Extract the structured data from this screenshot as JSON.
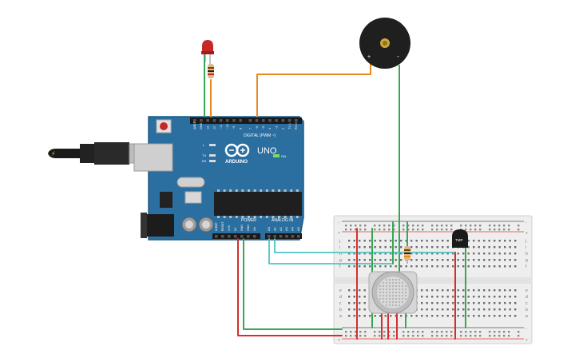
{
  "colors": {
    "board": "#2b6ea0",
    "board_edge": "#1f5a86",
    "wire_green": "#34a853",
    "wire_orange": "#e8891a",
    "wire_red": "#d32f2f",
    "wire_cyan": "#4fc3c7",
    "breadboard": "#ececec",
    "rail_red": "#e53935",
    "rail_blue": "#555555"
  },
  "arduino": {
    "brand": "ARDUINO",
    "model": "UNO",
    "digital_label": "DIGITAL (PWM ~)",
    "power_label": "POWER",
    "analog_label": "ANALOG IN",
    "on_label": "ON",
    "l_label": "L",
    "tx_label": "TX",
    "rx_label": "RX",
    "digital_pins": [
      "AREF",
      "GND",
      "13",
      "12",
      "~11",
      "~10",
      "~9",
      "8",
      "7",
      "~6",
      "~5",
      "4",
      "~3",
      "2",
      "TX 1",
      "RX 0"
    ],
    "power_pins": [
      "IOREF",
      "RESET",
      "3.3V",
      "5V",
      "GND",
      "GND",
      "Vin"
    ],
    "analog_pins": [
      "A0",
      "A1",
      "A2",
      "A3",
      "A4",
      "A5"
    ]
  },
  "breadboard": {
    "row_letters_top": [
      "j",
      "i",
      "h",
      "g",
      "f"
    ],
    "row_letters_bottom": [
      "e",
      "d",
      "c",
      "b",
      "a"
    ],
    "rail_plus": "+",
    "rail_minus": "-"
  },
  "components": {
    "buzzer_plus": "+",
    "buzzer_minus": "-",
    "tmp_label": "TMP"
  }
}
